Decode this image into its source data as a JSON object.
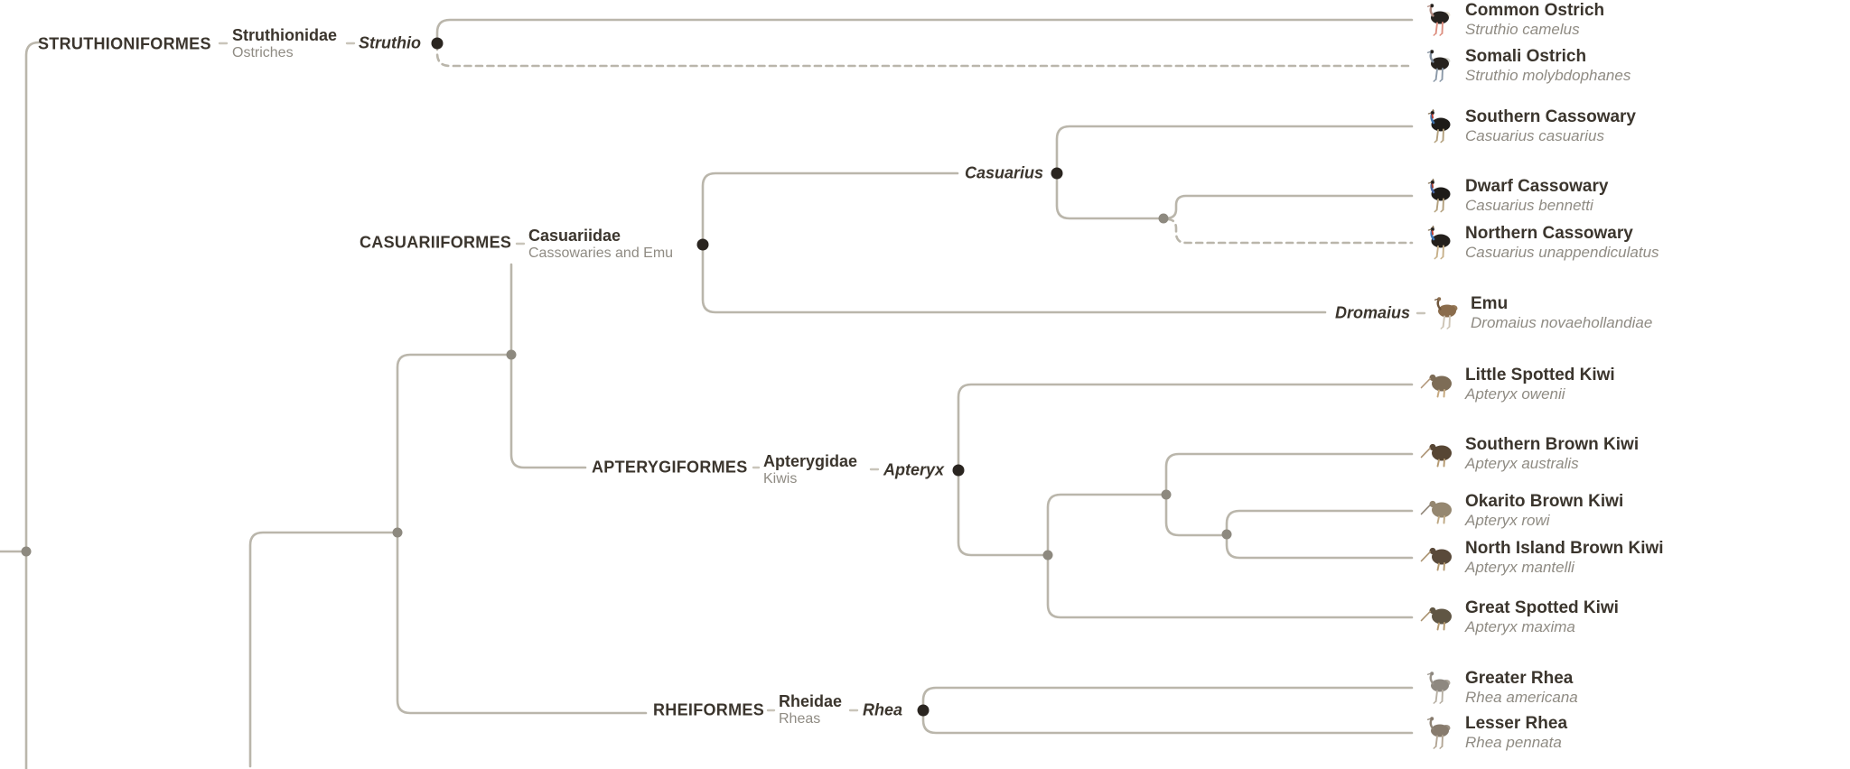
{
  "diagram_type": "phylogenetic-tree",
  "palette": {
    "branch": "#bab6ab",
    "internal_node": "#8d897f",
    "named_node": "#2a2520",
    "text_dark": "#3b352d",
    "text_muted": "#8f8b83"
  },
  "orders": [
    {
      "label": "STRUTHIONIFORMES"
    },
    {
      "label": "CASUARIIFORMES"
    },
    {
      "label": "APTERYGIFORMES"
    },
    {
      "label": "RHEIFORMES"
    }
  ],
  "families": [
    {
      "name": "Struthionidae",
      "common_name": "Ostriches"
    },
    {
      "name": "Casuariidae",
      "common_name": "Cassowaries and Emu"
    },
    {
      "name": "Apterygidae",
      "common_name": "Kiwis"
    },
    {
      "name": "Rheidae",
      "common_name": "Rheas"
    }
  ],
  "genera": [
    {
      "name": "Struthio"
    },
    {
      "name": "Casuarius"
    },
    {
      "name": "Dromaius"
    },
    {
      "name": "Apteryx"
    },
    {
      "name": "Rhea"
    }
  ],
  "species": [
    {
      "common_name": "Common Ostrich",
      "scientific_name": "Struthio camelus",
      "branch_style": "solid",
      "icon": {
        "type": "tall",
        "body": "#26221e",
        "neck": "#b08a80",
        "legs": "#dd8f80",
        "tail": "#e9e3d4"
      }
    },
    {
      "common_name": "Somali Ostrich",
      "scientific_name": "Struthio molybdophanes",
      "branch_style": "dashed",
      "icon": {
        "type": "tall",
        "body": "#26221e",
        "neck": "#7f8c9b",
        "legs": "#8b99a8",
        "tail": "#d9d9d3"
      }
    },
    {
      "common_name": "Southern Cassowary",
      "scientific_name": "Casuarius casuarius",
      "branch_style": "solid",
      "icon": {
        "type": "cassowary",
        "body": "#1e1b18",
        "neck": "#3f71a8",
        "legs": "#b3a07d",
        "wattle": "#c23b2c"
      }
    },
    {
      "common_name": "Dwarf Cassowary",
      "scientific_name": "Casuarius bennetti",
      "branch_style": "solid",
      "icon": {
        "type": "cassowary",
        "body": "#1e1b18",
        "neck": "#48659e",
        "legs": "#b3a07d",
        "wattle": "#a8402f"
      }
    },
    {
      "common_name": "Northern Cassowary",
      "scientific_name": "Casuarius unappendiculatus",
      "branch_style": "dashed",
      "icon": {
        "type": "cassowary",
        "body": "#24201c",
        "neck": "#4278b8",
        "legs": "#c7b089",
        "wattle": "#c23b2c"
      }
    },
    {
      "common_name": "Emu",
      "scientific_name": "Dromaius novaehollandiae",
      "branch_style": "solid",
      "icon": {
        "type": "tall",
        "body": "#8a6c4c",
        "neck": "#6f563c",
        "legs": "#cdc4b4",
        "tail": "#977a59"
      }
    },
    {
      "common_name": "Little Spotted Kiwi",
      "scientific_name": "Apteryx owenii",
      "branch_style": "solid",
      "icon": {
        "type": "kiwi",
        "body": "#7d6c56",
        "beak": "#b2977a",
        "legs": "#c5a87e"
      }
    },
    {
      "common_name": "Southern Brown Kiwi",
      "scientific_name": "Apteryx australis",
      "branch_style": "solid",
      "icon": {
        "type": "kiwi",
        "body": "#574634",
        "beak": "#a98f6f",
        "legs": "#b59a71"
      }
    },
    {
      "common_name": "Okarito Brown Kiwi",
      "scientific_name": "Apteryx rowi",
      "branch_style": "solid",
      "icon": {
        "type": "kiwi",
        "body": "#958770",
        "beak": "#8d8274",
        "legs": "#bfa984"
      }
    },
    {
      "common_name": "North Island Brown Kiwi",
      "scientific_name": "Apteryx mantelli",
      "branch_style": "solid",
      "icon": {
        "type": "kiwi",
        "body": "#5a4a3a",
        "beak": "#a8906d",
        "legs": "#b59a71"
      }
    },
    {
      "common_name": "Great Spotted Kiwi",
      "scientific_name": "Apteryx maxima",
      "branch_style": "solid",
      "icon": {
        "type": "kiwi",
        "body": "#605644",
        "beak": "#a8906d",
        "legs": "#b59a71"
      }
    },
    {
      "common_name": "Greater Rhea",
      "scientific_name": "Rhea americana",
      "branch_style": "solid",
      "icon": {
        "type": "tall",
        "body": "#8e8880",
        "neck": "#99938a",
        "legs": "#b7b0a4",
        "tail": "#aaa398"
      }
    },
    {
      "common_name": "Lesser Rhea",
      "scientific_name": "Rhea pennata",
      "branch_style": "solid",
      "icon": {
        "type": "tall",
        "body": "#877b6d",
        "neck": "#8f8476",
        "legs": "#b3a695",
        "tail": "#9b9082"
      }
    }
  ]
}
